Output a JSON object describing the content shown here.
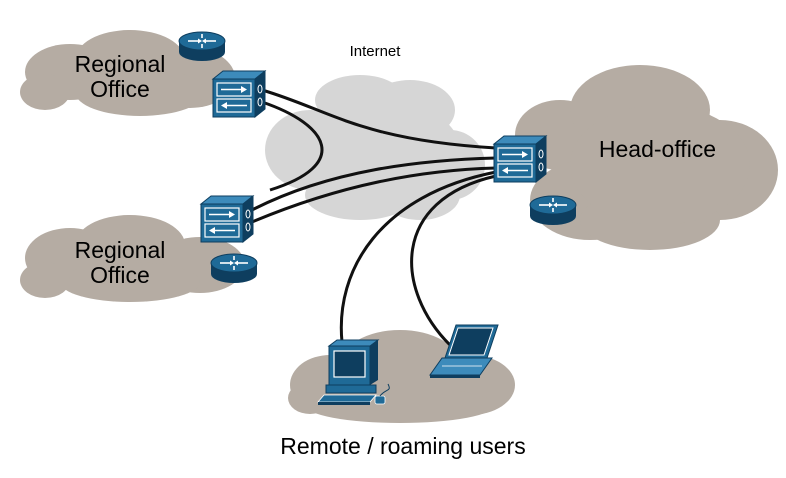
{
  "labels": {
    "internet": "Internet",
    "regional_office_top": [
      "Regional",
      "Office"
    ],
    "regional_office_bottom": [
      "Regional",
      "Office"
    ],
    "head_office": "Head-office",
    "remote_users": "Remote / roaming users"
  },
  "colors": {
    "office_cloud": "#b5aca3",
    "internet_cloud": "#d6d6d6",
    "device_blue": "#1f6a97",
    "device_dark": "#0e3e5f",
    "link": "#111111"
  },
  "icons": {
    "router": "router-icon",
    "firewall": "firewall-icon",
    "workstation": "workstation-icon",
    "laptop": "laptop-icon"
  }
}
